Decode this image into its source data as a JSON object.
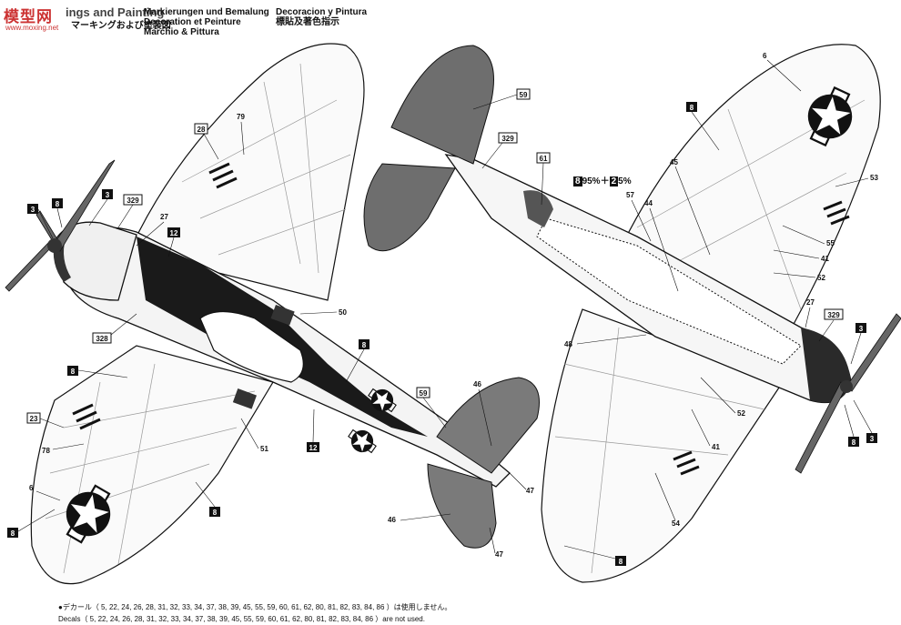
{
  "header": {
    "watermark": "模型网",
    "watermark_url": "www.moxing.net",
    "title_en": "ings and Painting",
    "title_jp": "マーキングおよび塗装図",
    "title_de": "Markierungen und Bemalung",
    "title_fr": "Decoration et Peinture",
    "title_it": "Marchio & Pittura",
    "title_es": "Decoracion y Pintura",
    "title_cn": "標貼及著色指示"
  },
  "mix_label": {
    "color_a": "8",
    "pct_a": "95%",
    "plus": "＋",
    "color_b": "2",
    "pct_b": "5%"
  },
  "colors": {
    "ink": "#111111",
    "paper": "#ffffff",
    "dark_gray": "#555555",
    "mid_gray": "#7a7a7a",
    "black_paint": "#1a1a1a",
    "light_gray": "#f4f4f4"
  },
  "callouts_top_view": {
    "c3a": "3",
    "c8a": "8",
    "c3b": "3",
    "c329": "329",
    "c27": "27",
    "c12a": "12",
    "c28a": "28",
    "c79": "79",
    "c328": "328",
    "c50": "50",
    "c8b": "8",
    "c23": "23",
    "c78": "78",
    "c51": "51",
    "c12b": "12",
    "c6": "6",
    "c8c": "8",
    "c8d": "8",
    "c59": "59",
    "c46a": "46",
    "c47a": "47",
    "c46b": "46",
    "c47b": "47"
  },
  "callouts_bottom_view": {
    "c59": "59",
    "c329a": "329",
    "c61": "61",
    "c6": "6",
    "c8a": "8",
    "c45": "45",
    "c53": "53",
    "c57": "57",
    "c44": "44",
    "c55": "55",
    "c41a": "41",
    "c52a": "52",
    "c27": "27",
    "c329b": "329",
    "c3a": "3",
    "c48": "48",
    "c52b": "52",
    "c41b": "41",
    "c8b": "8",
    "c3b": "3",
    "c54": "54",
    "c8c": "8"
  },
  "footer": {
    "jp_note": "●デカール（ 5, 22, 24, 26, 28, 31, 32, 33, 34, 37, 38, 39, 45, 55, 59, 60, 61, 62, 80, 81, 82, 83, 84, 86 ）は使用しません。",
    "en_note": "Decals（ 5, 22, 24, 26, 28, 31, 32, 33, 34, 37, 38, 39, 45, 55, 59, 60, 61, 62, 80, 81, 82, 83, 84, 86 ）are not used."
  }
}
